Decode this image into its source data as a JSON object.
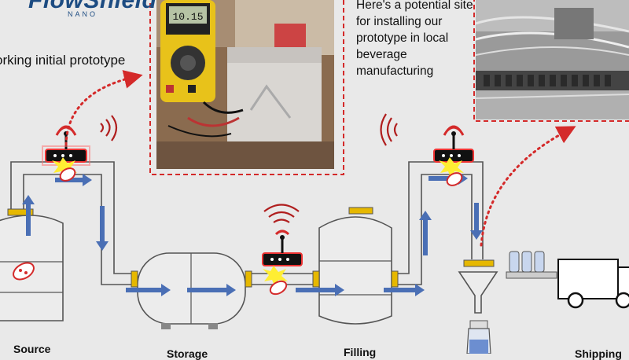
{
  "logo": {
    "name": "FlowShield",
    "sub": "NANO"
  },
  "captions": {
    "prototype": "orking initial prototype",
    "site": "Here's a potential site for installing our prototype in local beverage manufacturing"
  },
  "photos": {
    "prototype_photo": {
      "description_icon": "multimeter-and-enclosure-photo",
      "meter_reading": "10.15"
    },
    "site_photo": {
      "description_icon": "beverage-line-photo"
    }
  },
  "stage_labels": [
    "Source",
    "Storage",
    "Filling",
    "Shipping"
  ],
  "colors": {
    "accent_red": "#d42a2a",
    "flow_blue": "#4a6fb5",
    "pipe_gold": "#e6b800",
    "logo_blue": "#1d4c82"
  }
}
